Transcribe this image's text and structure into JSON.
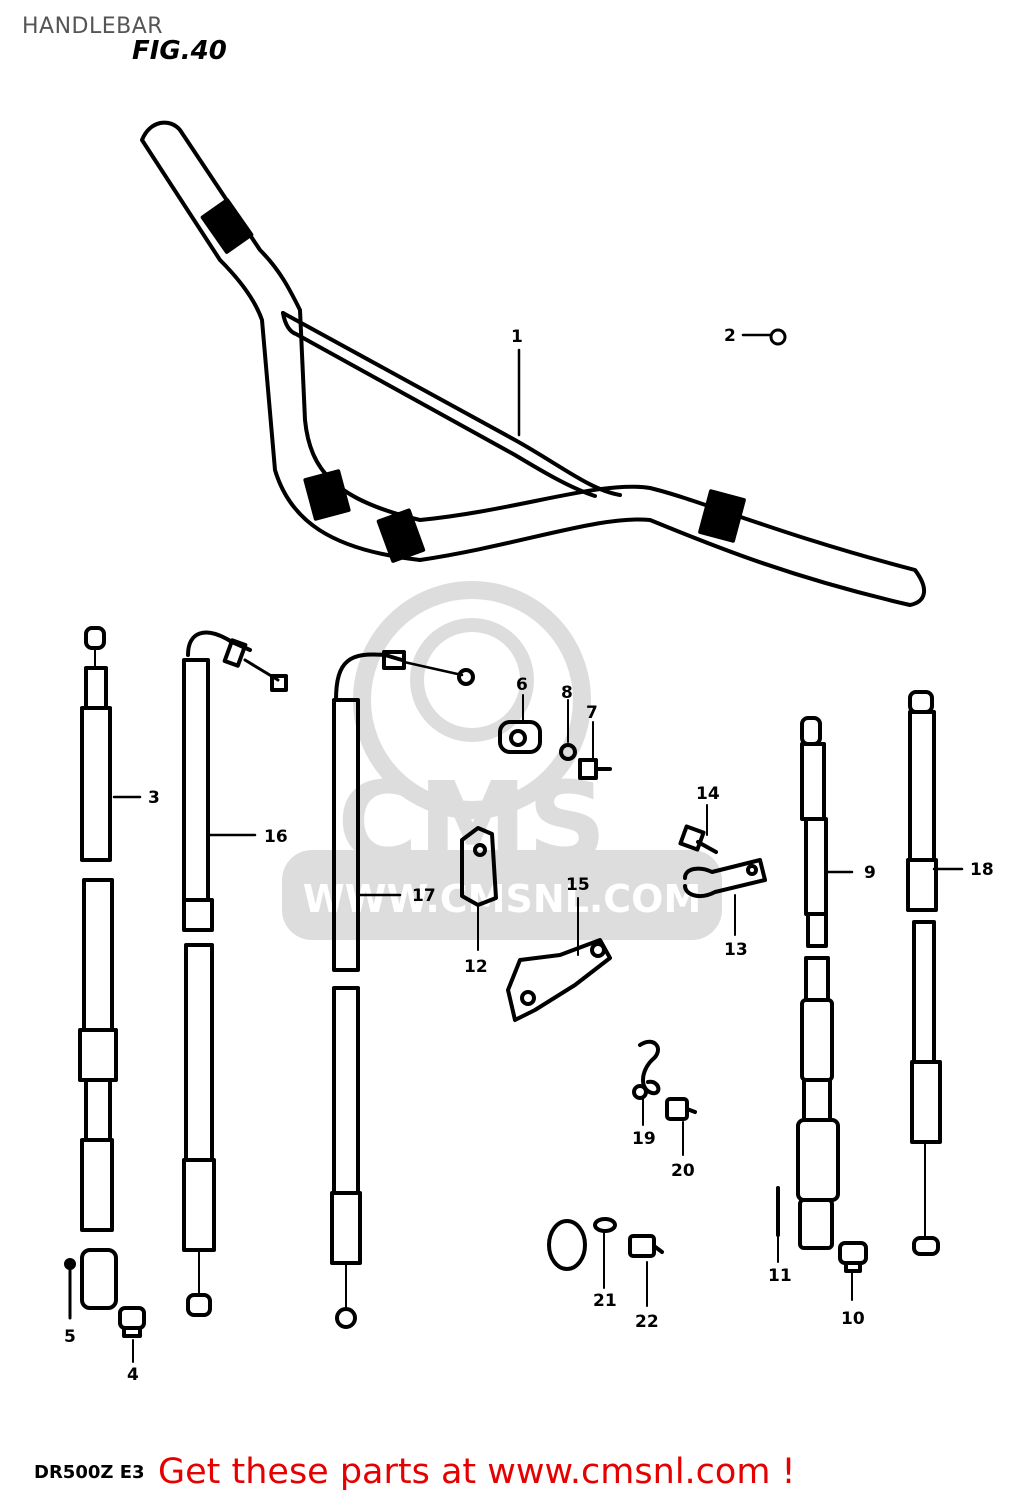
{
  "header": {
    "title": "HANDLEBAR",
    "figure": "FIG.40"
  },
  "footer": {
    "model": "DR500Z E3",
    "cta": "Get these parts at www.cmsnl.com !",
    "cta_color": "#e60000"
  },
  "watermark": {
    "brand": "CMS",
    "url": "WWW.CMSNL.COM"
  },
  "parts": {
    "p1": "1",
    "p2": "2",
    "p3": "3",
    "p4": "4",
    "p5": "5",
    "p6": "6",
    "p7": "7",
    "p8": "8",
    "p9": "9",
    "p10": "10",
    "p11": "11",
    "p12": "12",
    "p13": "13",
    "p14": "14",
    "p15": "15",
    "p16": "16",
    "p17": "17",
    "p18": "18",
    "p19": "19",
    "p20": "20",
    "p21": "21",
    "p22": "22"
  }
}
